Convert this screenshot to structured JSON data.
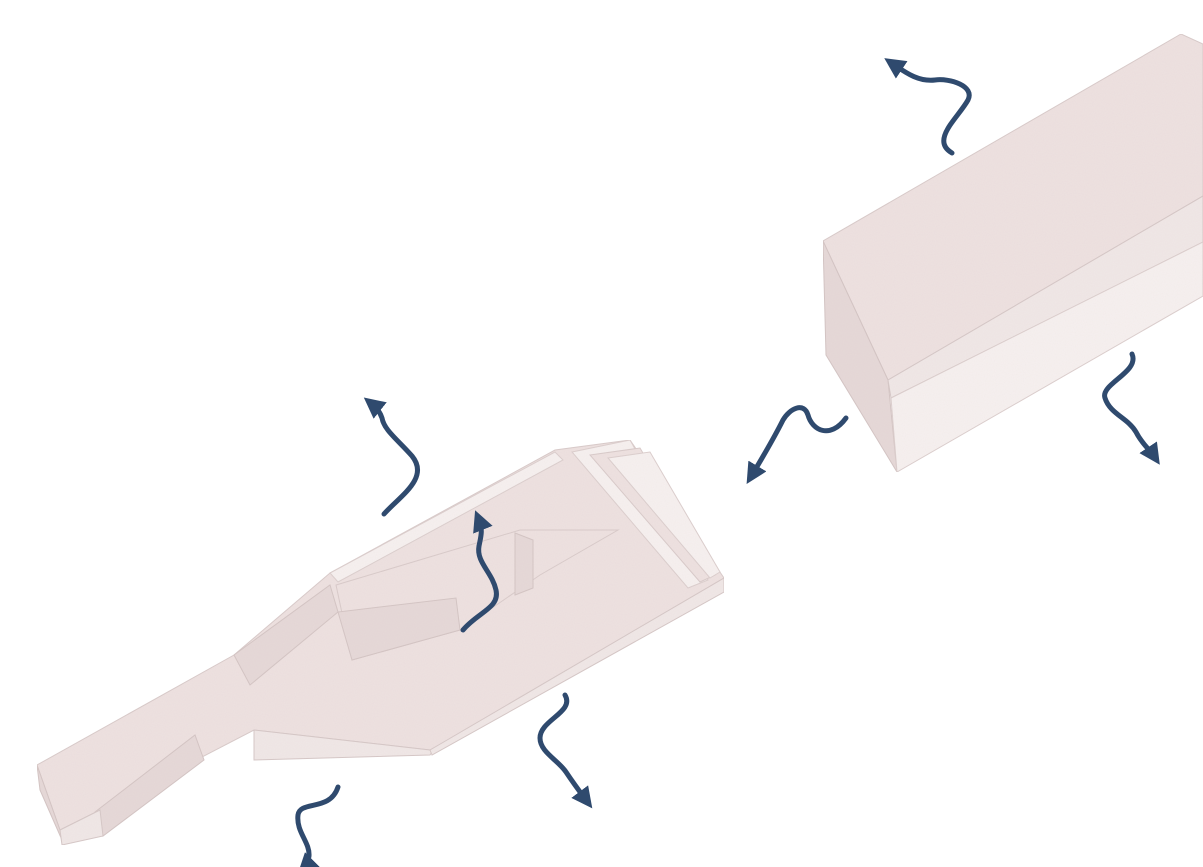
{
  "colors": {
    "background": "#ffffff",
    "stone": "#eee2e1",
    "arrow": "#2f4a6e"
  },
  "objects": [
    {
      "name": "detached-block",
      "description_kind": "isometric stone block"
    },
    {
      "name": "stepped-plinth",
      "description_kind": "isometric stepped stone form"
    }
  ],
  "arrows": [
    {
      "name": "arrow-block-top-left",
      "icon": "wavy-arrow-icon"
    },
    {
      "name": "arrow-block-bottom-right",
      "icon": "wavy-arrow-icon"
    },
    {
      "name": "arrow-between-forms",
      "icon": "wavy-arrow-icon"
    },
    {
      "name": "arrow-plinth-top",
      "icon": "wavy-arrow-icon"
    },
    {
      "name": "arrow-plinth-center",
      "icon": "wavy-arrow-icon"
    },
    {
      "name": "arrow-plinth-bottom-right",
      "icon": "wavy-arrow-icon"
    },
    {
      "name": "arrow-plinth-bottom-left",
      "icon": "wavy-arrow-icon"
    }
  ]
}
